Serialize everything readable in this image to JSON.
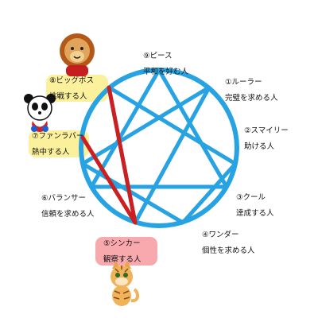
{
  "types": [
    {
      "name": "⑨ピース",
      "desc": "平和を好む人"
    },
    {
      "name": "①ルーラー",
      "desc": "完璧を求める人"
    },
    {
      "name": "②スマイリー",
      "desc": "助ける人"
    },
    {
      "name": "③クール",
      "desc": "達成する人"
    },
    {
      "name": "④ワンダー",
      "desc": "個性を求める人"
    },
    {
      "name": "⑤シンカー",
      "desc": "観察する人"
    },
    {
      "name": "⑥バランサー",
      "desc": "信頼を求める人"
    },
    {
      "name": "⑦ファンラバー",
      "desc": "熱中する人"
    },
    {
      "name": "⑧ビッグボス",
      "desc": "挑戦する人"
    }
  ],
  "colors": {
    "circle": "#27a3e4",
    "highlight_line": "#cc1f1f",
    "yellow_highlight": "#fbf19d",
    "pink_highlight": "#f7a9ad"
  },
  "icons": [
    "lion-icon",
    "panda-icon",
    "tiger-cat-icon"
  ]
}
